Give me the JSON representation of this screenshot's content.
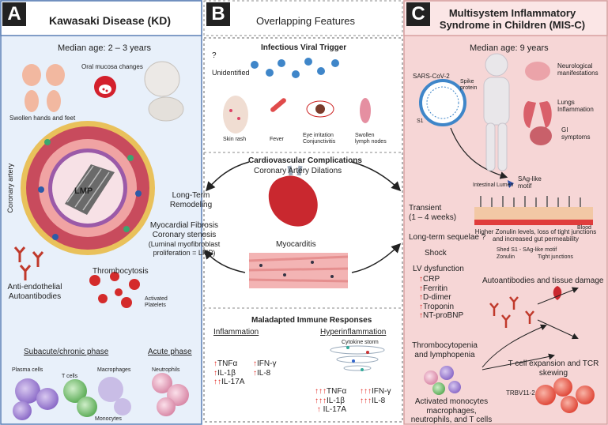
{
  "panel_a": {
    "letter": "A",
    "title": "Kawasaki Disease (KD)",
    "median_age": "Median age:  2 – 3 years",
    "oral_mucosa": "Oral mucosa changes",
    "swollen_hands": "Swollen hands and feet",
    "coronary_artery": "Coronary artery",
    "lmp": "LMP",
    "anti_endothelial": "Anti-endothelial Autoantibodies",
    "thrombocytosis": "Thrombocytosis",
    "activated_platelets": "Activated Platelets",
    "subacute_phase": "Subacute/chronic phase",
    "acute_phase": "Acute phase",
    "plasma_cells": "Plasma cells",
    "t_cells": "T cells",
    "macrophages": "Macrophages",
    "monocytes": "Monocytes",
    "neutrophils": "Neutrophils"
  },
  "panel_b": {
    "letter": "B",
    "title": "Overlapping Features",
    "trigger": "Infectious Viral Trigger",
    "question": "?",
    "unidentified": "Unidentified",
    "skin_rash": "Skin rash",
    "fever": "Fever",
    "eye": "Eye irritation Conjunctivitis",
    "lymph": "Swollen lymph nodes",
    "cardio_title": "Cardiovascular Complications",
    "coronary_dilations": "Coronary Artery Dilations",
    "long_term_remodeling": "Long-Term Remodeling",
    "myocardial_fibrosis": "Myocardial Fibrosis",
    "coronary_stenosis": "Coronary stenosis",
    "luminal": "(Luminal myofibroblast",
    "proliferation": "proliferation  = LMP)",
    "myocarditis": "Myocarditis",
    "transient": "Transient",
    "transient_weeks": "(1 – 4 weeks)",
    "long_term_sequelae": "Long-term sequelae ?",
    "immune_title": "Maladapted Immune Responses",
    "inflammation": "Inflammation",
    "hyperinflammation": "Hyperinflammation",
    "cytokine_storm": "Cytokine storm",
    "inflam_list": [
      "TNFα",
      "IL-1β",
      "IL-17A",
      "IFN-γ",
      "IL-8"
    ],
    "hyper_list": [
      "TNFα",
      "IL-1β",
      "IL-17A",
      "IFN-γ",
      "IL-8"
    ]
  },
  "panel_c": {
    "letter": "C",
    "title": "Multisystem Inflammatory Syndrome in Children (MIS-C)",
    "median_age": "Median age: 9 years",
    "sars": "SARS-CoV-2",
    "spike": "Spike protein",
    "s1": "S1",
    "neuro": "Neurological manifestations",
    "lungs": "Lungs Inflammation",
    "gi": "GI symptoms",
    "sag_motif": "SAg-like motif",
    "intestinal_lumen": "Intestinal Lumen",
    "blood": "Blood",
    "zonulin_text": "Higher Zonulin levels, loss of tight junctions and increased gut permeability",
    "legend_shed": "Shed S1 - SAg-like motif",
    "legend_zonulin": "Zonulin",
    "legend_tight": "Tight junctions",
    "shock": "Shock",
    "lv": "LV dysfunction",
    "markers": [
      "CRP",
      "Ferritin",
      "D-dimer",
      "Troponin",
      "NT-proBNP"
    ],
    "autoantibodies": "Autoantibodies and tissue damage",
    "thrombocytopenia": "Thrombocytopenia and lymphopenia",
    "activated_monocytes": "Activated monocytes macrophages, neutrophils, and T cells",
    "tcell": "T cell expansion and TCR skewing",
    "trbv": "TRBV11-2"
  },
  "colors": {
    "panel_a_bg": "#e8f0fa",
    "panel_a_header": "#ffffff",
    "panel_c_bg": "#f6d6d6",
    "panel_c_header": "#fbe6e6",
    "up_arrow": "#e0261e",
    "border_blue": "#5a7fb5"
  }
}
